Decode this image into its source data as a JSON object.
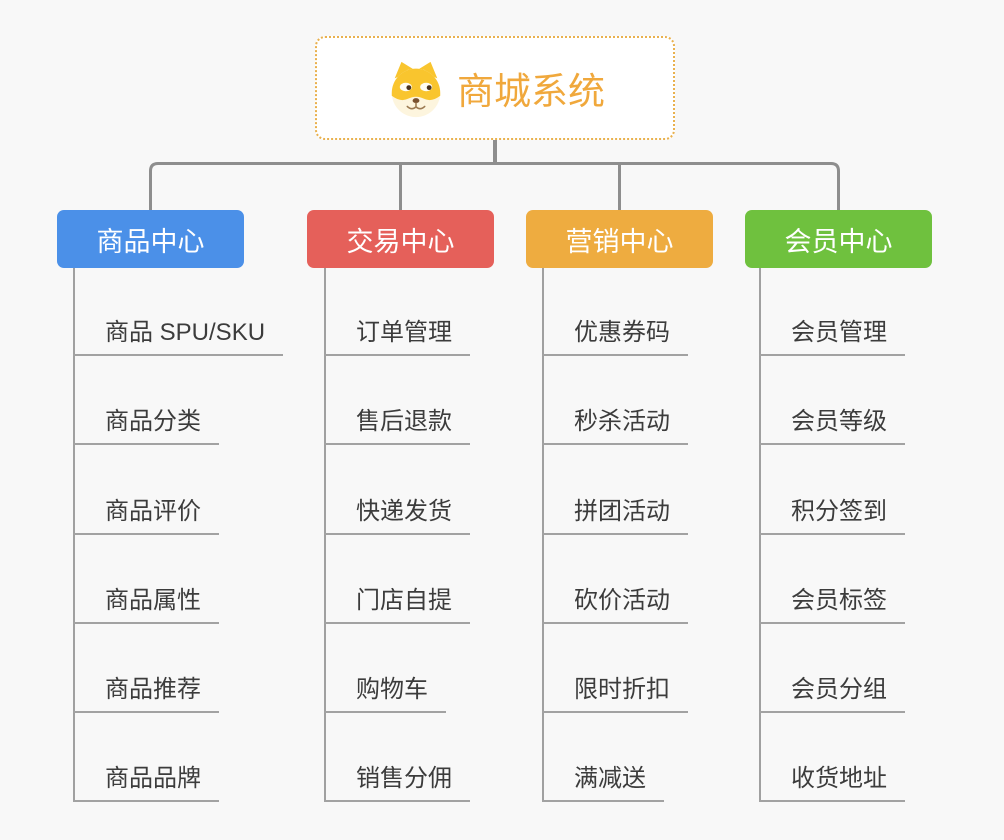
{
  "page": {
    "background_color": "#F8F8F8",
    "connector_color": "#8E8E8E",
    "underline_color": "#A2A2A2",
    "leaf_text_color": "#3C3C3C"
  },
  "root": {
    "title": "商城系统",
    "icon": "dog-face-icon",
    "text_color": "#F0A83C",
    "border_color": "#E9B14E",
    "background": "#FFFFFF"
  },
  "branches": [
    {
      "label": "商品中心",
      "color": "#4B90E8",
      "children": [
        "商品 SPU/SKU",
        "商品分类",
        "商品评价",
        "商品属性",
        "商品推荐",
        "商品品牌"
      ]
    },
    {
      "label": "交易中心",
      "color": "#E5605A",
      "children": [
        "订单管理",
        "售后退款",
        "快递发货",
        "门店自提",
        "购物车",
        "销售分佣"
      ]
    },
    {
      "label": "营销中心",
      "color": "#EEAC40",
      "children": [
        "优惠券码",
        "秒杀活动",
        "拼团活动",
        "砍价活动",
        "限时折扣",
        "满减送"
      ]
    },
    {
      "label": "会员中心",
      "color": "#6FC13E",
      "children": [
        "会员管理",
        "会员等级",
        "积分签到",
        "会员标签",
        "会员分组",
        "收货地址"
      ]
    }
  ]
}
